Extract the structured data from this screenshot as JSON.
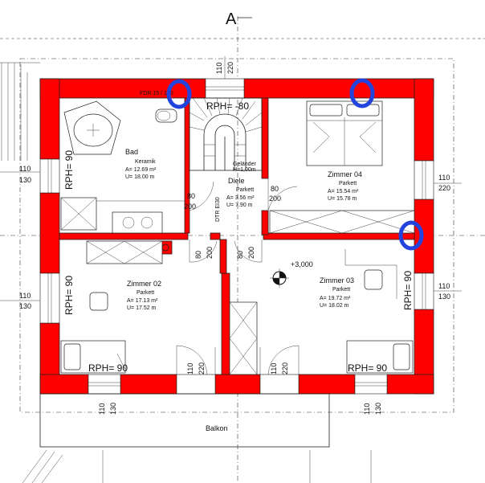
{
  "section_marker": "A",
  "heights": {
    "top_stair": "RPH= -80",
    "left": "RPH= 90",
    "left_lower": "RPH= 90",
    "right_lower": "RPH= 90",
    "bottom_left": "RPH= 90",
    "bottom_right": "RPH= 90"
  },
  "openings": {
    "top_window": [
      "110",
      "220"
    ],
    "left_upper_window": [
      "110",
      "130"
    ],
    "left_lower_window": [
      "110",
      "130"
    ],
    "right_upper_window": [
      "110",
      "220"
    ],
    "right_lower_window": [
      "110",
      "130"
    ],
    "bottom_left_window": [
      "110",
      "130"
    ],
    "bottom_center_left": [
      "110",
      "220"
    ],
    "bottom_center_right": [
      "110",
      "220"
    ],
    "bottom_right_window": [
      "110",
      "130"
    ],
    "door_bad": [
      "80",
      "200"
    ],
    "door_zimmer04": [
      "80",
      "200"
    ],
    "door_left_lower": [
      "80",
      "200"
    ],
    "door_right_lower": [
      "80",
      "200"
    ]
  },
  "rooms": [
    {
      "name": "Bad",
      "floor": "Keramik",
      "area": "A=  12.69 m²",
      "perimeter": "U=  18.00 m"
    },
    {
      "name": "Diele",
      "floor": "Parkett",
      "area": "A=  3.56 m²",
      "perimeter": "U=  7.90 m"
    },
    {
      "name": "Zimmer 04",
      "floor": "Parkett",
      "area": "A=  15.54 m²",
      "perimeter": "U=  15.78 m"
    },
    {
      "name": "Zimmer 02",
      "floor": "Parkett",
      "area": "A=  17.13 m²",
      "perimeter": "U=  17.52 m"
    },
    {
      "name": "Zimmer 03",
      "floor": "Parkett",
      "area": "A=  19.72 m²",
      "perimeter": "U=  18.02 m"
    }
  ],
  "labels": {
    "fdr": "FDR 15 / 100",
    "gelaender": "Geländer",
    "gelaender_h": "H=1,00m",
    "dtr": "DTR EI30",
    "level": "+3,000",
    "balkon": "Balkon"
  },
  "colors": {
    "wall": "#ff0000",
    "highlight": "#2244dd"
  }
}
